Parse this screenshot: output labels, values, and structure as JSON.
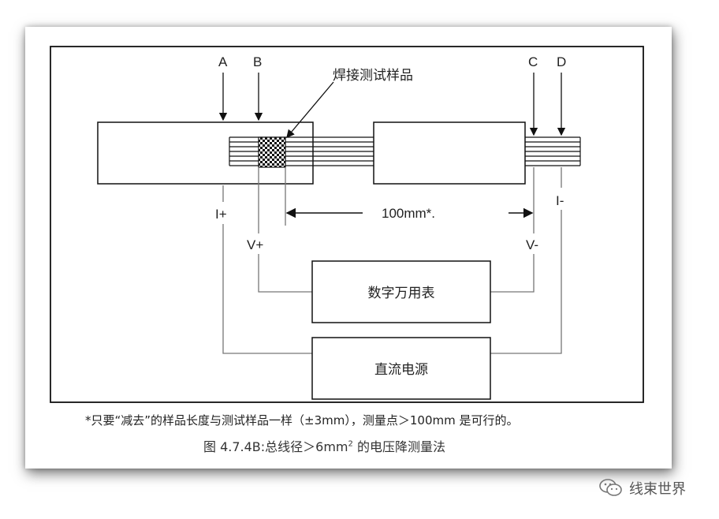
{
  "labels": {
    "point_a": "A",
    "point_b": "B",
    "point_c": "C",
    "point_d": "D",
    "weld_sample": "焊接测试样品",
    "i_plus": "I+",
    "i_minus": "I-",
    "v_plus": "V+",
    "v_minus": "V-",
    "distance": "100mm*.",
    "multimeter": "数字万用表",
    "dc_supply": "直流电源"
  },
  "note": "*只要“减去”的样品长度与测试样品一样（±3mm），测量点＞100mm 是可行的。",
  "caption": {
    "prefix": "图 4.7.4B:总线径＞6mm",
    "superscript": "2",
    "suffix": " 的电压降测量法"
  },
  "watermark": {
    "icon": "wechat-icon",
    "text": "线束世界"
  }
}
